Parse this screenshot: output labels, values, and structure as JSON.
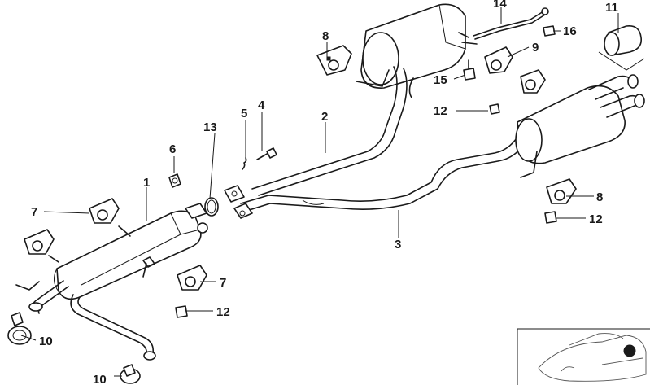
{
  "diagram": {
    "callouts": [
      {
        "id": "c1",
        "text": "1"
      },
      {
        "id": "c2",
        "text": "2"
      },
      {
        "id": "c3",
        "text": "3"
      },
      {
        "id": "c4",
        "text": "4"
      },
      {
        "id": "c5",
        "text": "5"
      },
      {
        "id": "c6",
        "text": "6"
      },
      {
        "id": "c7a",
        "text": "7"
      },
      {
        "id": "c7b",
        "text": "7"
      },
      {
        "id": "c8a",
        "text": "8"
      },
      {
        "id": "c8b",
        "text": "8"
      },
      {
        "id": "c9",
        "text": "9"
      },
      {
        "id": "c10a",
        "text": "10"
      },
      {
        "id": "c10b",
        "text": "10"
      },
      {
        "id": "c11",
        "text": "11"
      },
      {
        "id": "c12a",
        "text": "12"
      },
      {
        "id": "c12b",
        "text": "12"
      },
      {
        "id": "c12c",
        "text": "12"
      },
      {
        "id": "c13",
        "text": "13"
      },
      {
        "id": "c14",
        "text": "14"
      },
      {
        "id": "c15",
        "text": "15"
      },
      {
        "id": "c16",
        "text": "16"
      }
    ]
  }
}
